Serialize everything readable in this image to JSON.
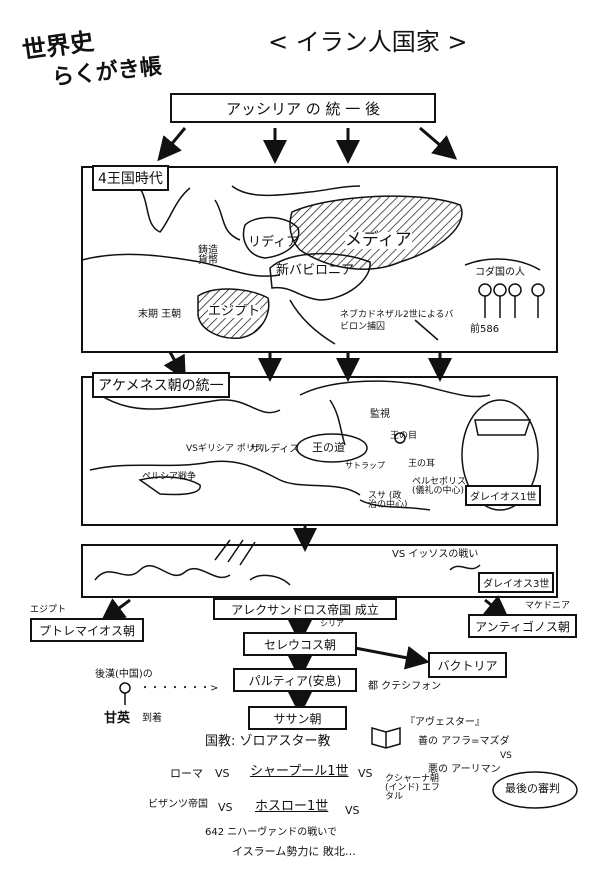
{
  "logo": {
    "line1": "世界史",
    "line2": "らくがき帳"
  },
  "title": "< イラン人国家 >",
  "top_box": "アッシリア の 統 一 後",
  "panel1": {
    "label": "4王国時代",
    "lydia": "リディア",
    "media": "メディア",
    "new_babylonia": "新バビロニア",
    "egypt": "エジプト",
    "late_dynasty": "末期 王朝",
    "coinage": "鋳造 貨幣",
    "nebuchadnezzar": "ネブカドネザル2世によるバビロン捕囚",
    "year": "前586",
    "small_states": "コダ国の人"
  },
  "panel2": {
    "label": "アケメネス朝の統一",
    "greek_poleis": "VSギリシア ポリス",
    "persian_war": "ペルシア戦争",
    "sardis": "サルディス",
    "royal_road": "王の道",
    "satrap": "サトラップ",
    "inspector": "監視",
    "kings_eye": "王の目",
    "kings_ear": "王の耳",
    "susa": "スサ (政治の中心)",
    "persepolis": "ペルセポリス (儀礼の中心)",
    "darius": "ダレイオス1世"
  },
  "panel3": {
    "issus": "VS イッソスの戦い",
    "darius3": "ダレイオス3世"
  },
  "alexander": "アレクサンドロス帝国 成立",
  "egypt_label": "エジプト",
  "ptolemaic": "プトレマイオス朝",
  "macedonia_label": "マケドニア",
  "antigonid": "アンティゴノス朝",
  "syria_label": "シリア",
  "seleucid": "セレウコス朝",
  "bactria": "バクトリア",
  "parthia": "パルティア(安息)",
  "capital": "都 クテシフォン",
  "later_han": "後漢(中国)の",
  "dots": "・・・・・・・>",
  "gan_ying": "甘英",
  "arrived": "到着",
  "sasanian": "ササン朝",
  "state_religion": "国教: ゾロアスター教",
  "avesta": "『アヴェスター』",
  "good_god": "善の アフラ=マズダ",
  "vs1": "VS",
  "evil_god": "悪の アーリマン",
  "last_judgment": "最後の審判",
  "rome": "ローマ",
  "vs_a": "VS",
  "shapur": "シャープール1世",
  "vs_b": "VS",
  "kushan": "クシャーナ朝 (インド) エフタル",
  "byzantine": "ビザンツ帝国",
  "vs_c": "VS",
  "khosrow": "ホスロー1世",
  "vs_d": "VS",
  "nihavand1": "642 ニハーヴァンドの戦いで",
  "nihavand2": "イスラーム勢力に 敗北…",
  "colors": {
    "ink": "#111111",
    "paper": "#ffffff"
  }
}
